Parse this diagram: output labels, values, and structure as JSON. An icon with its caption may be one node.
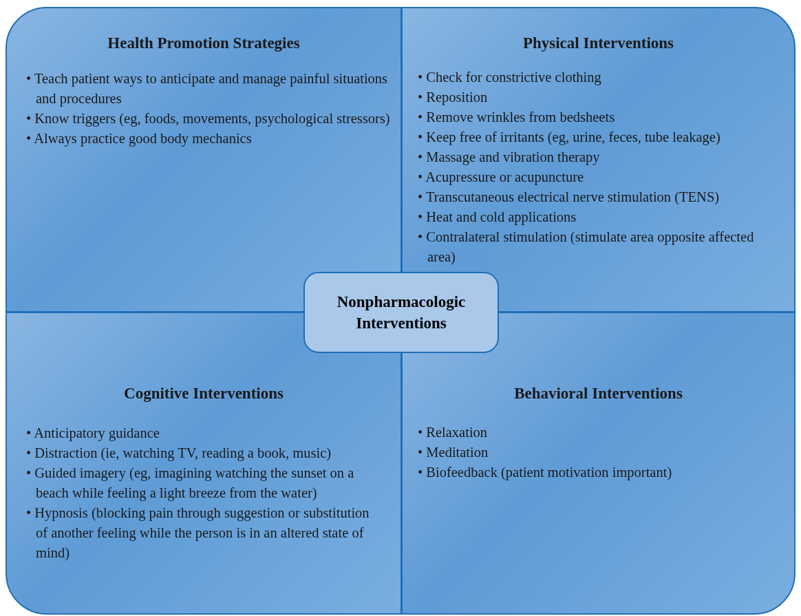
{
  "diagram": {
    "nodes": [
      {
        "text": [
          "Health Promotion Strategies",
          "• Teach patient ways to anticipate and manage painful situations and procedures",
          "• Know triggers (eg, foods, movements, psychological stressors)",
          "• Always practice good body mechanics"
        ]
      },
      {
        "text": [
          "Physical Interventions",
          "• Check for constrictive clothing",
          "• Reposition",
          "• Remove wrinkles from bedsheets",
          "• Keep free of irritants (eg, urine, feces, tube leakage)",
          "• Massage and vibration therapy",
          "• Acupressure or acupuncture",
          "• Transcutaneous electrical nerve stimulation (TENS)",
          "• Heat and cold applications",
          "• Contralateral stimulation (stimulate area opposite affected area)"
        ]
      },
      {
        "text": [
          "Nonpharmacologic Interventions"
        ]
      },
      {
        "text": [
          "Cognitive Interventions",
          "• Anticipatory guidance",
          "• Distraction (ie, watching TV, reading a book, music)",
          "• Guided imagery (eg, imagining watching the sunset on a beach while feeling a light breeze from the water)",
          "• Hypnosis (blocking pain through suggestion or substitution of another feeling while the person is in an altered state of mind)"
        ]
      },
      {
        "text": [
          "Behavioral Interventions",
          "• Relaxation",
          "• Meditation",
          "• Biofeedback (patient motivation important)"
        ]
      }
    ]
  }
}
